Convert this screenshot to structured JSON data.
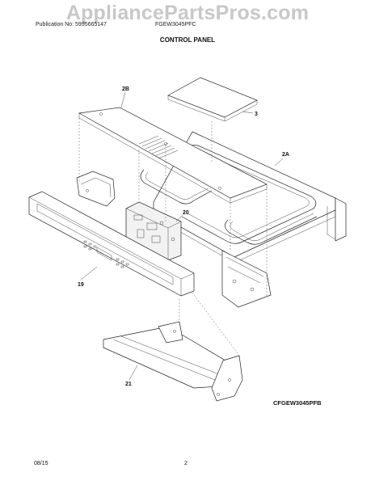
{
  "watermark": "AppliancePartsPros.com",
  "header": {
    "publication": "Publication No: 5995665147",
    "model": "FGEW3045PFC"
  },
  "section_title": "CONTROL PANEL",
  "diagram_code": "CFGEW3045PFB",
  "footer": {
    "date": "08/15",
    "page": "2"
  },
  "callouts": {
    "part_2b": "2B",
    "part_3": "3",
    "part_2a": "2A",
    "part_20": "20",
    "part_19": "19",
    "part_21": "21"
  }
}
